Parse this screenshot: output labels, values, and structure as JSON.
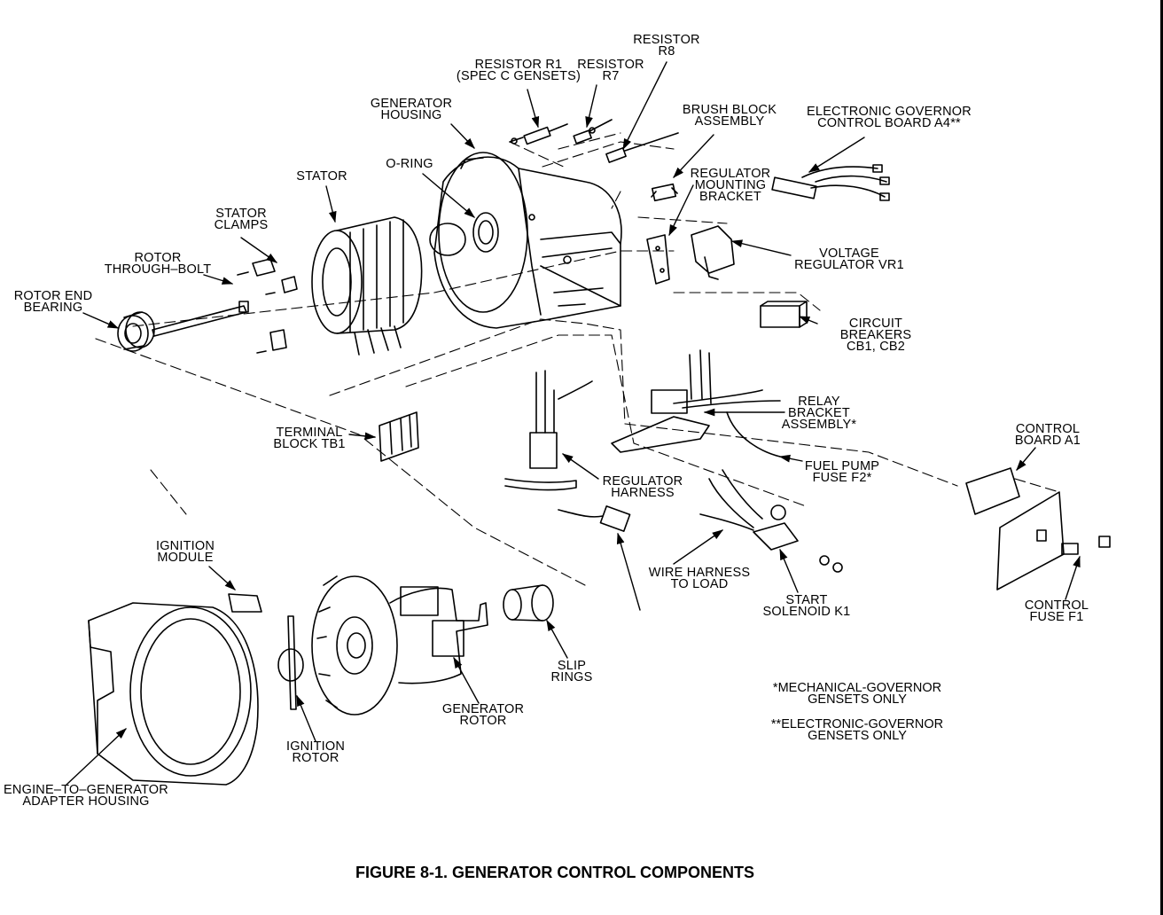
{
  "figure": {
    "caption": "FIGURE 8-1. GENERATOR CONTROL COMPONENTS",
    "labels": {
      "resistor_r8": "RESISTOR\nR8",
      "resistor_r1": "RESISTOR R1\n(SPEC C GENSETS)",
      "resistor_r7": "RESISTOR\nR7",
      "generator_housing": "GENERATOR\nHOUSING",
      "brush_block": "BRUSH BLOCK\nASSEMBLY",
      "electronic_governor_board": "ELECTRONIC GOVERNOR\nCONTROL BOARD A4**",
      "o_ring": "O-RING",
      "stator": "STATOR",
      "regulator_bracket": "REGULATOR\nMOUNTING\nBRACKET",
      "stator_clamps": "STATOR\nCLAMPS",
      "rotor_through_bolt": "ROTOR\nTHROUGH–BOLT",
      "voltage_regulator": "VOLTAGE\nREGULATOR VR1",
      "rotor_end_bearing": "ROTOR END\nBEARING",
      "circuit_breakers": "CIRCUIT\nBREAKERS\nCB1, CB2",
      "relay_bracket": "RELAY\nBRACKET\nASSEMBLY*",
      "terminal_block": "TERMINAL\nBLOCK TB1",
      "control_board": "CONTROL\nBOARD A1",
      "fuel_pump_fuse": "FUEL PUMP\nFUSE F2*",
      "regulator_harness": "REGULATOR\nHARNESS",
      "ignition_module": "IGNITION\nMODULE",
      "wire_harness": "WIRE HARNESS\nTO LOAD",
      "control_fuse": "CONTROL\nFUSE F1",
      "start_solenoid": "START\nSOLENOID K1",
      "slip_rings": "SLIP\nRINGS",
      "generator_rotor": "GENERATOR\nROTOR",
      "ignition_rotor": "IGNITION\nROTOR",
      "adapter_housing": "ENGINE–TO–GENERATOR\nADAPTER HOUSING"
    },
    "notes": {
      "mechanical": "*MECHANICAL-GOVERNOR\nGENSETS ONLY",
      "electronic": "**ELECTRONIC-GOVERNOR\nGENSETS ONLY"
    }
  }
}
